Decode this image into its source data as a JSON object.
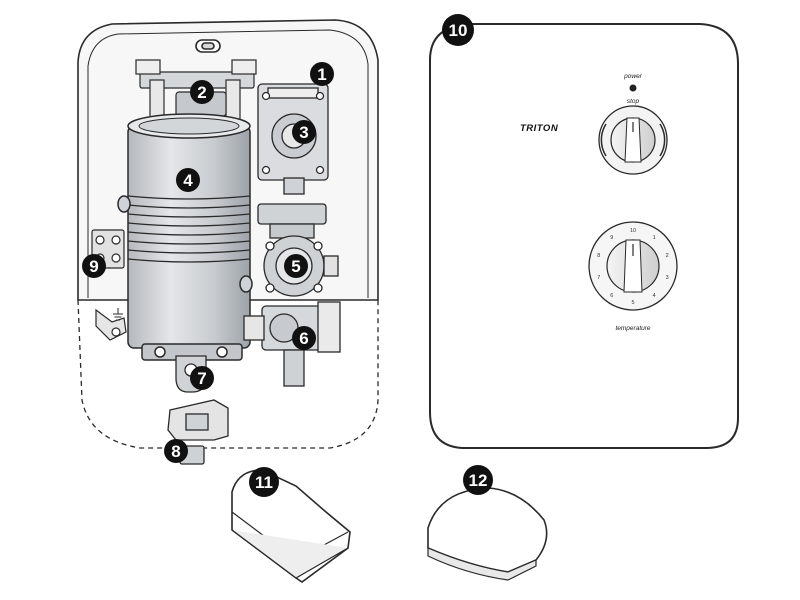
{
  "callouts": [
    "1",
    "2",
    "3",
    "4",
    "5",
    "6",
    "7",
    "8",
    "9",
    "10",
    "11",
    "12"
  ],
  "cover": {
    "brand": "TRITON",
    "power_label": "power",
    "stop_label": "stop",
    "temperature_label": "temperature",
    "temperature_scale": [
      "10",
      "1",
      "2",
      "3",
      "4",
      "5",
      "6",
      "7",
      "8",
      "9"
    ]
  },
  "colors": {
    "line": "#2a2a2a",
    "cylinder_fill": "#cfd2d6",
    "metal_fill": "#bfc3c8",
    "callout_bg": "#111111"
  },
  "icons": [
    "earth-symbol-icon"
  ]
}
